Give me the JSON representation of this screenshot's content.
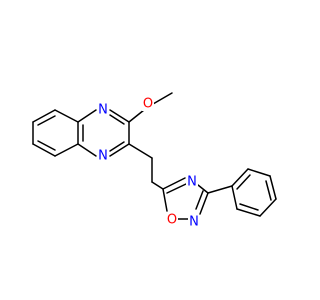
{
  "molecule": {
    "atoms": [
      {
        "id": "n1",
        "symbol": "N",
        "color": "#0000ff"
      },
      {
        "id": "n2",
        "symbol": "N",
        "color": "#0000ff"
      },
      {
        "id": "o1",
        "symbol": "O",
        "color": "#ff0000"
      },
      {
        "id": "n3",
        "symbol": "N",
        "color": "#0000ff"
      },
      {
        "id": "n4",
        "symbol": "N",
        "color": "#0000ff"
      },
      {
        "id": "o2",
        "symbol": "O",
        "color": "#ff0000"
      }
    ]
  }
}
